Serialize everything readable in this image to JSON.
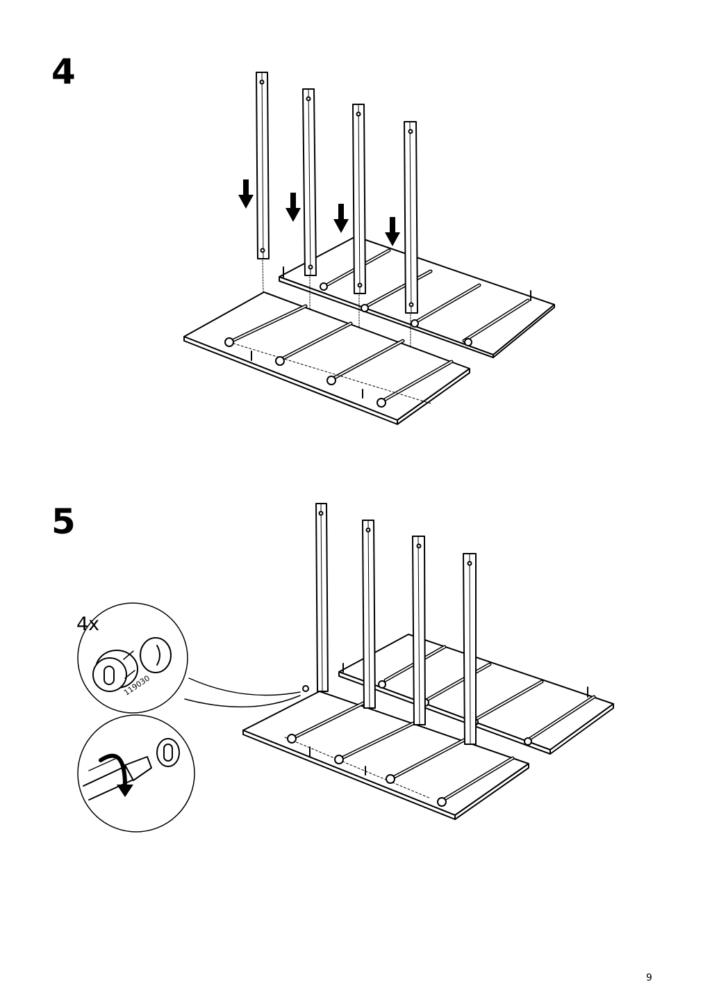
{
  "steps": [
    {
      "number": "4"
    },
    {
      "number": "5",
      "quantity": "4x",
      "part_number": "119030"
    }
  ],
  "page_number": "9"
}
